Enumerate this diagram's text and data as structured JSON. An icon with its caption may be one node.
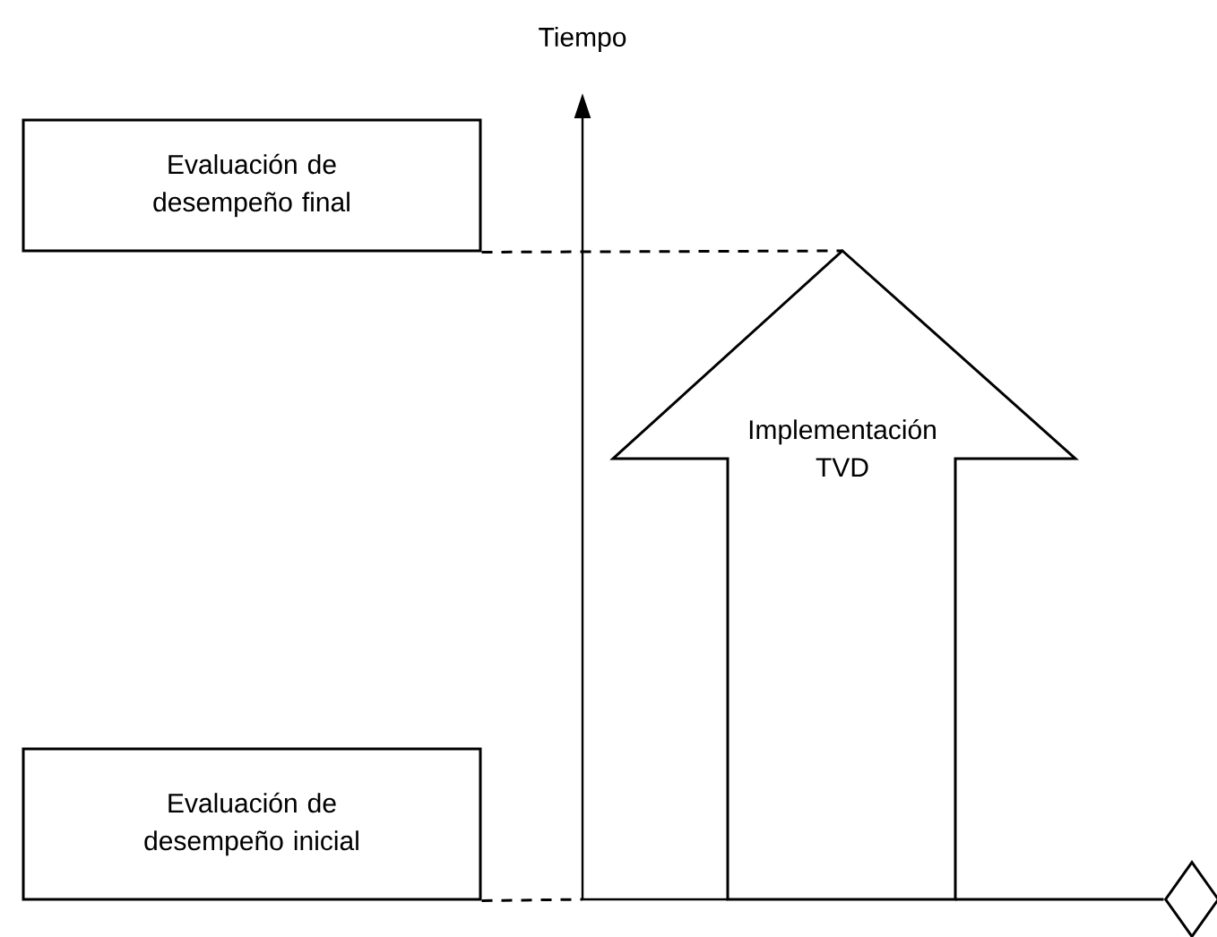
{
  "diagram": {
    "nodes": [
      {
        "text": [
          "Evaluación de desempeño final"
        ]
      },
      {
        "text": [
          "Evaluación de desempeño inicial"
        ]
      },
      {
        "text": [
          "Implementación TVD"
        ]
      },
      {
        "text": [],
        "shape": "diamond"
      }
    ],
    "edges": [
      {
        "from": 0,
        "to": 2,
        "arrow": "none",
        "style": "dashed"
      },
      {
        "from": 1,
        "to": null,
        "arrow": "none",
        "style": "dashed"
      },
      {
        "from": 2,
        "to": 3,
        "arrow": "none"
      }
    ],
    "labels": [
      "Tiempo"
    ]
  }
}
